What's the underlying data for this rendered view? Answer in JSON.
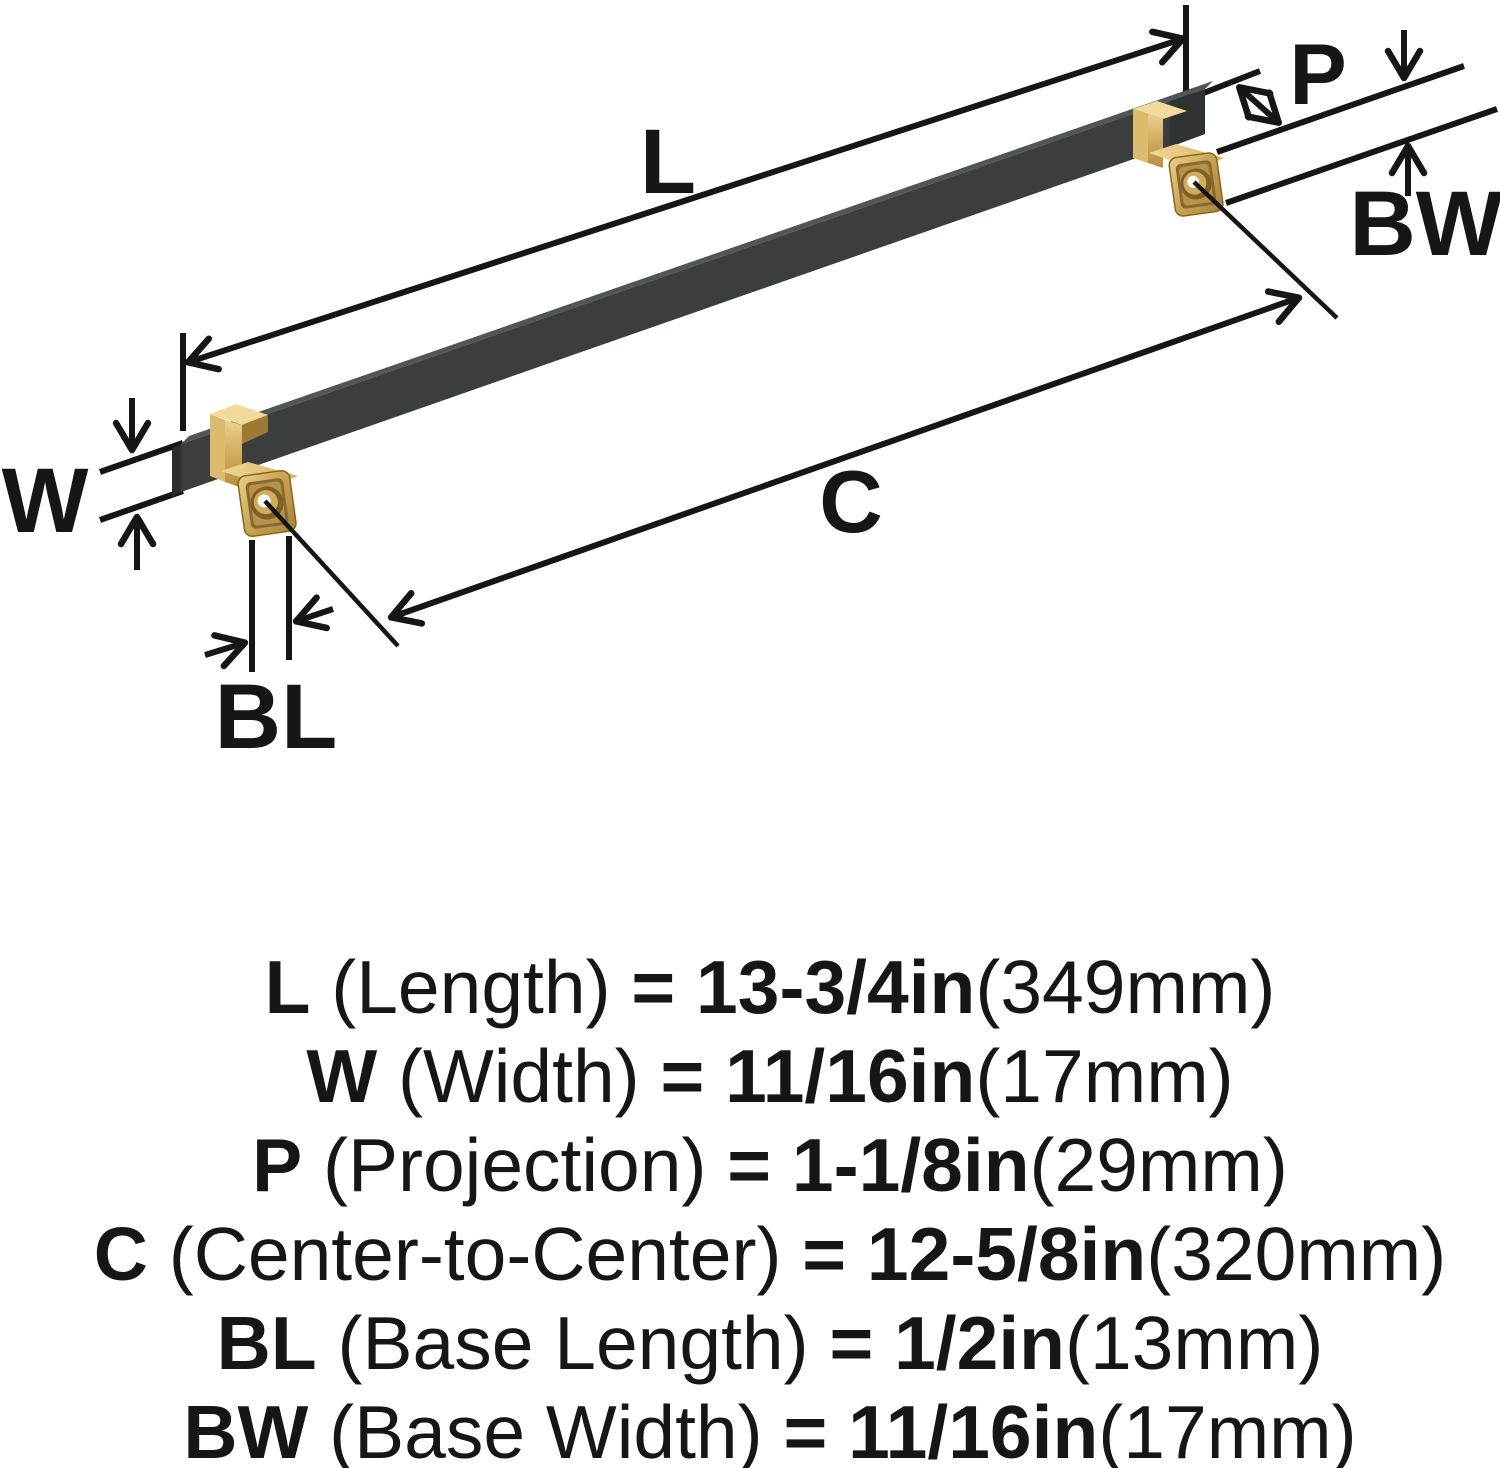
{
  "diagram": {
    "title": "cabinet-pull-dimension-diagram",
    "labels": {
      "l": "L",
      "w": "W",
      "p": "P",
      "c": "C",
      "bl": "BL",
      "bw": "BW"
    },
    "colors": {
      "line": "#161616",
      "bar_front": "#3a3e3d",
      "bar_top": "#50555a",
      "bar_end": "#2e3231",
      "gold_light": "#f2da9a",
      "gold_mid": "#c9a255",
      "gold_dark": "#8a6a2e",
      "screw_highlight": "#ffffff",
      "background": "#ffffff"
    }
  },
  "specs": [
    {
      "symbol": "L",
      "name": " (Length) ",
      "value": "= 13-3/4in",
      "metric": "(349mm)"
    },
    {
      "symbol": "W",
      "name": " (Width) ",
      "value": "= 11/16in",
      "metric": "(17mm)"
    },
    {
      "symbol": "P",
      "name": " (Projection) ",
      "value": "= 1-1/8in",
      "metric": "(29mm)"
    },
    {
      "symbol": "C",
      "name": " (Center-to-Center) ",
      "value": "= 12-5/8in",
      "metric": "(320mm)"
    },
    {
      "symbol": "BL",
      "name": " (Base Length) ",
      "value": "= 1/2in",
      "metric": "(13mm)"
    },
    {
      "symbol": "BW",
      "name": " (Base Width) ",
      "value": "= 11/16in",
      "metric": "(17mm)"
    }
  ]
}
